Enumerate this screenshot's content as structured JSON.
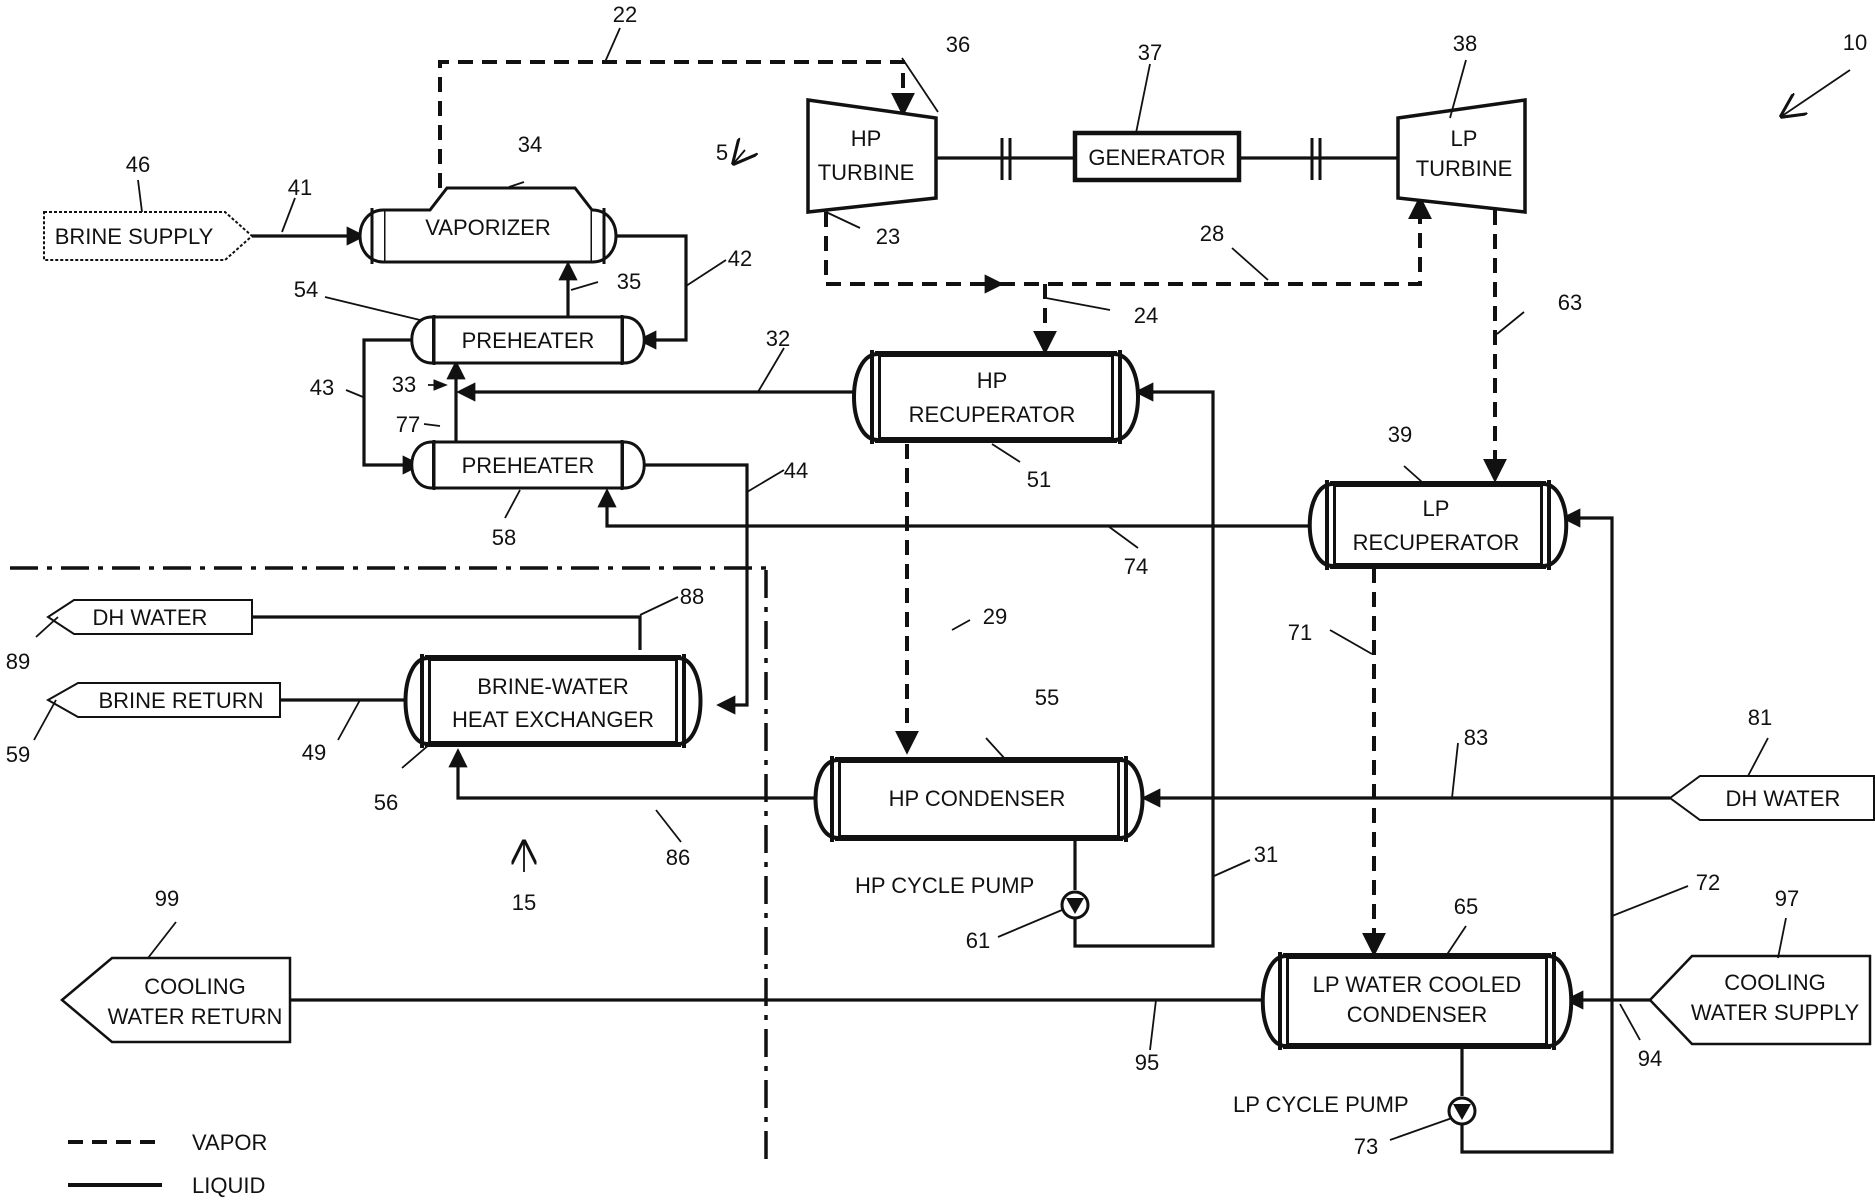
{
  "figure": {
    "ref": "10"
  },
  "equipment": {
    "brine_supply": "BRINE SUPPLY",
    "vaporizer": "VAPORIZER",
    "preheater_top": "PREHEATER",
    "preheater_bottom": "PREHEATER",
    "hp_turbine": [
      "HP",
      "TURBINE"
    ],
    "generator": "GENERATOR",
    "lp_turbine": [
      "LP",
      "TURBINE"
    ],
    "hp_recuperator": [
      "HP",
      "RECUPERATOR"
    ],
    "lp_recuperator": [
      "LP",
      "RECUPERATOR"
    ],
    "dh_water_out": "DH WATER",
    "brine_return": "BRINE RETURN",
    "brine_water_hx": [
      "BRINE-WATER",
      "HEAT EXCHANGER"
    ],
    "hp_condenser": "HP CONDENSER",
    "dh_water_in": "DH WATER",
    "hp_cycle_pump": "HP CYCLE PUMP",
    "lp_condenser": [
      "LP WATER COOLED",
      "CONDENSER"
    ],
    "lp_cycle_pump": "LP CYCLE PUMP",
    "cooling_water_return": [
      "COOLING",
      "WATER RETURN"
    ],
    "cooling_water_supply": [
      "COOLING",
      "WATER SUPPLY"
    ]
  },
  "legend": {
    "vapor": "VAPOR",
    "liquid": "LIQUID"
  },
  "refs": {
    "r5": "5",
    "r10": "10",
    "r15": "15",
    "r22": "22",
    "r23": "23",
    "r24": "24",
    "r28": "28",
    "r29": "29",
    "r31": "31",
    "r32": "32",
    "r33": "33",
    "r34": "34",
    "r35": "35",
    "r36": "36",
    "r37": "37",
    "r38": "38",
    "r39": "39",
    "r41": "41",
    "r42": "42",
    "r43": "43",
    "r44": "44",
    "r46": "46",
    "r49": "49",
    "r51": "51",
    "r54": "54",
    "r55": "55",
    "r56": "56",
    "r58": "58",
    "r59": "59",
    "r61": "61",
    "r63": "63",
    "r65": "65",
    "r71": "71",
    "r72": "72",
    "r73": "73",
    "r74": "74",
    "r77": "77",
    "r81": "81",
    "r83": "83",
    "r86": "86",
    "r88": "88",
    "r89": "89",
    "r94": "94",
    "r95": "95",
    "r97": "97",
    "r99": "99"
  },
  "colors": {
    "ink": "#111111",
    "background": "#ffffff"
  }
}
